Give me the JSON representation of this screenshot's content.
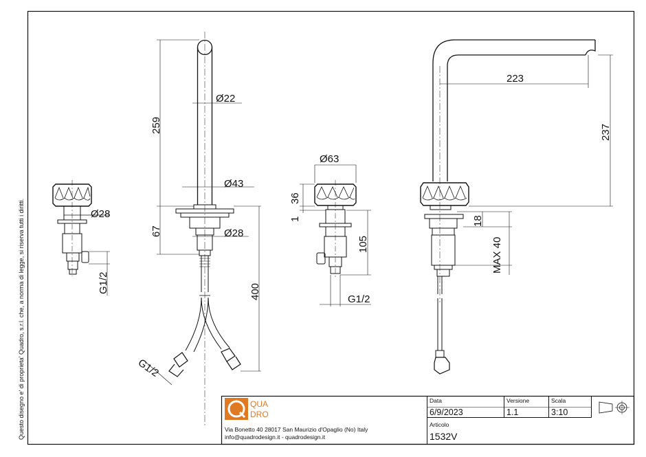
{
  "copyright_notice": "Questo disegno e' di proprieta' Quadro, s.r.l. che, a norma di legge, si riserva tutti i diritti.",
  "dimensions": {
    "d28_left": "28",
    "g12_left": "G1/2",
    "h259": "259",
    "d22": "22",
    "d43": "43",
    "h67": "67",
    "d28_mid": "28",
    "h400": "400",
    "g12_bottom": "G1/2",
    "d63": "63",
    "h36": "36",
    "h1": "1",
    "h105": "105",
    "g12_right": "G1/2",
    "w223": "223",
    "h237": "237",
    "h18": "18",
    "max40": "MAX 40"
  },
  "title_block": {
    "logo_text_1": "QUA",
    "logo_text_2": "DRO",
    "address_line_1": "Via Bonetto 40  28017 San Maurizio d'Opaglio (No) Italy",
    "address_line_2": "info@quadrodesign.it  -  quadrodesign.it",
    "date_label": "Data",
    "date_value": "6/9/2023",
    "version_label": "Versione",
    "version_value": "1.1",
    "scale_label": "Scala",
    "scale_value": "3:10",
    "article_label": "Articolo",
    "article_value": "1532V"
  },
  "colors": {
    "line": "#111111",
    "logo_orange": "#e07a22"
  }
}
